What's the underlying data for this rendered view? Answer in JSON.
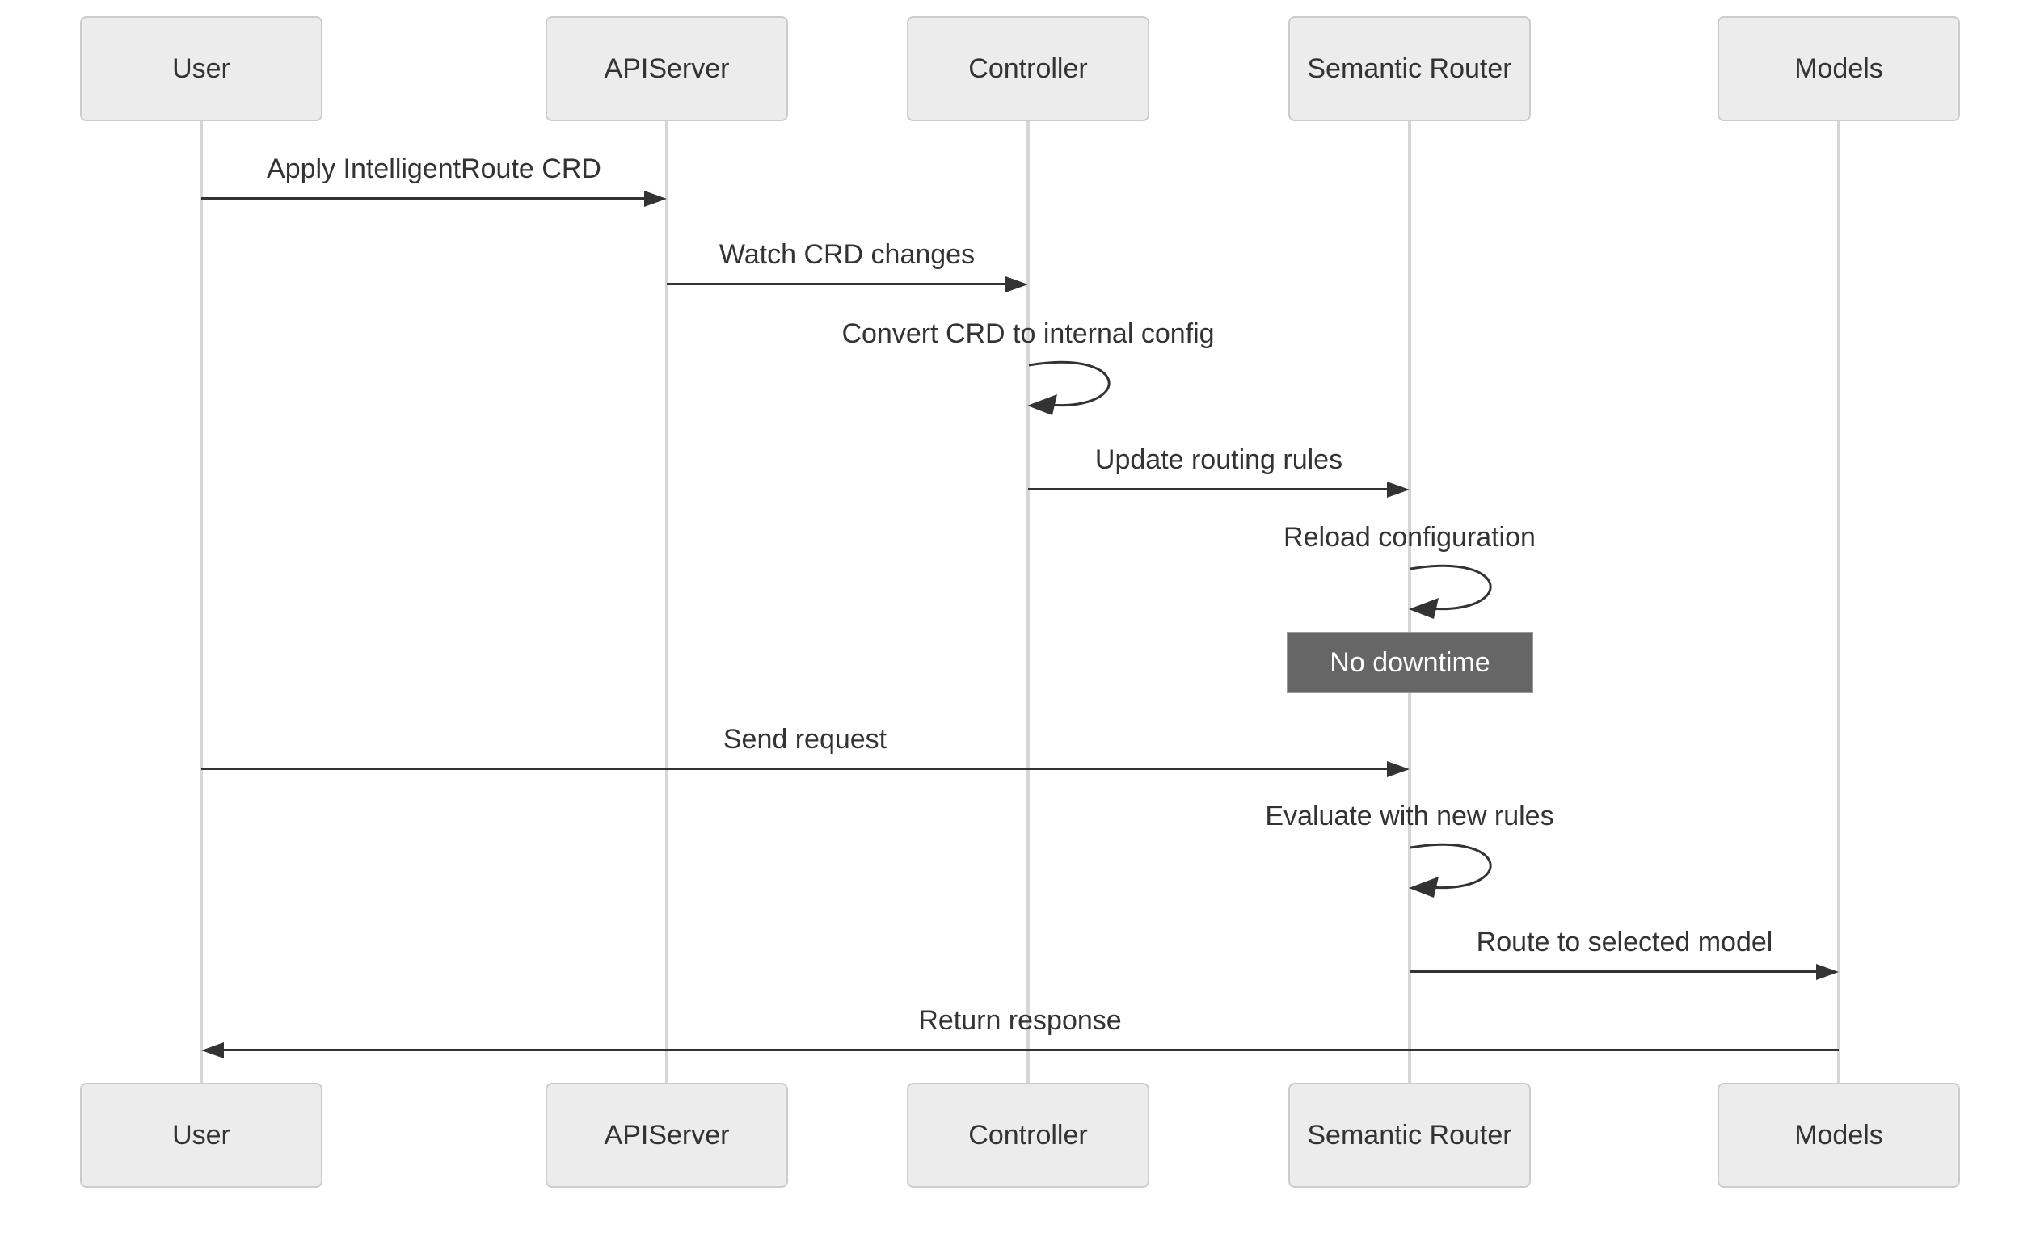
{
  "diagram": {
    "type": "sequence-diagram",
    "background": "#ffffff",
    "colors": {
      "actor_fill": "#ececec",
      "actor_border": "#cccccc",
      "actor_text": "#333333",
      "lifeline": "#d6d6d6",
      "message": "#333333",
      "note_fill": "#666666",
      "note_border": "#999999",
      "note_text": "#ffffff"
    },
    "actors": [
      {
        "name": "User"
      },
      {
        "name": "APIServer"
      },
      {
        "name": "Controller"
      },
      {
        "name": "Semantic Router"
      },
      {
        "name": "Models"
      }
    ],
    "messages": [
      {
        "label": "Apply IntelligentRoute CRD",
        "from": "User",
        "to": "APIServer",
        "kind": "arrow"
      },
      {
        "label": "Watch CRD changes",
        "from": "APIServer",
        "to": "Controller",
        "kind": "arrow"
      },
      {
        "label": "Convert CRD to internal config",
        "from": "Controller",
        "to": "Controller",
        "kind": "self-loop"
      },
      {
        "label": "Update routing rules",
        "from": "Controller",
        "to": "Semantic Router",
        "kind": "arrow"
      },
      {
        "label": "Reload configuration",
        "from": "Semantic Router",
        "to": "Semantic Router",
        "kind": "self-loop"
      },
      {
        "label": "Send request",
        "from": "User",
        "to": "Semantic Router",
        "kind": "arrow"
      },
      {
        "label": "Evaluate with new rules",
        "from": "Semantic Router",
        "to": "Semantic Router",
        "kind": "self-loop"
      },
      {
        "label": "Route to selected model",
        "from": "Semantic Router",
        "to": "Models",
        "kind": "arrow"
      },
      {
        "label": "Return response",
        "from": "Models",
        "to": "User",
        "kind": "arrow"
      }
    ],
    "note": {
      "label": "No downtime",
      "over": "Semantic Router"
    }
  }
}
